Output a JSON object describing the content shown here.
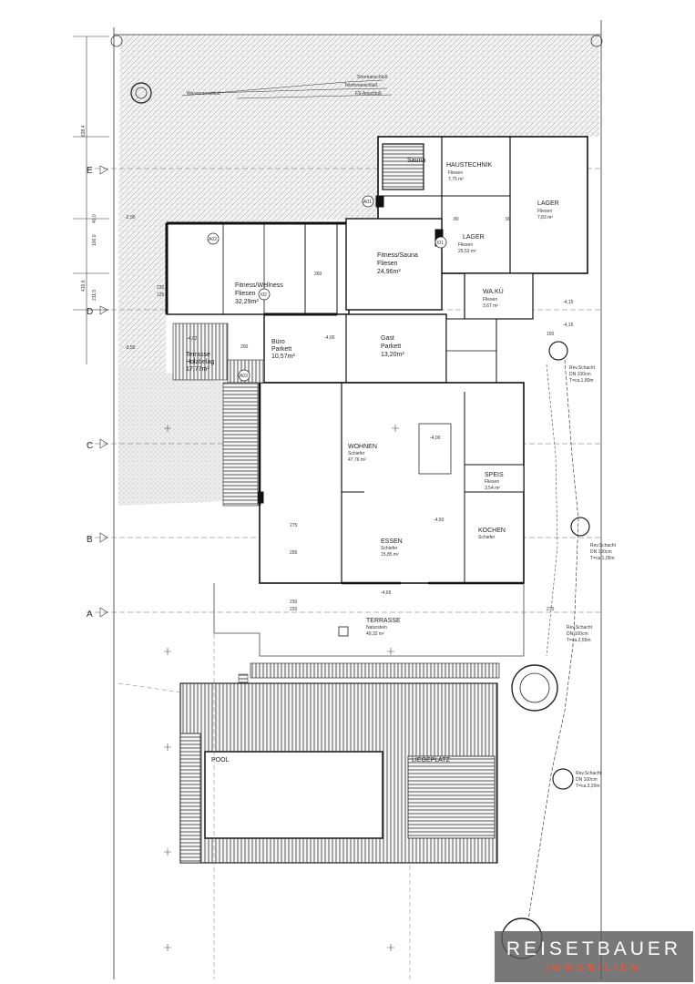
{
  "plan": {
    "axes": {
      "a": "A",
      "b": "B",
      "c": "C",
      "d": "D",
      "e": "E"
    },
    "levels": {
      "l1": "-2,90",
      "l2": "-3,50",
      "l3": "-4,02",
      "l4": "-4,15",
      "l5": "-4,00",
      "l6": "-4,50",
      "l7": "-4,65",
      "l8": "-4,00",
      "l9": "-4,15"
    },
    "rooms": {
      "sauna": {
        "name": "Sauna"
      },
      "haustechnik": {
        "name": "HAUSTECHNIK",
        "floor": "Fliesen",
        "area": "7,75 m²"
      },
      "lager1": {
        "name": "LAGER",
        "floor": "Fliesen",
        "area": "7,83 m²"
      },
      "lager2": {
        "name": "LAGER",
        "floor": "Fliesen",
        "area": "25,53 m²"
      },
      "fitness_sauna": {
        "name": "Fitness/Sauna",
        "floor": "Fliesen",
        "area": "24,96m²"
      },
      "fitness_wellness": {
        "name": "Fitness/Wellness",
        "floor": "Fliesen",
        "area": "32,29m²"
      },
      "waku": {
        "name": "WA.KÜ",
        "floor": "Fliesen",
        "area": "3,67 m²"
      },
      "gast": {
        "name": "Gast",
        "floor": "Parkett",
        "area": "13,20m²"
      },
      "buero": {
        "name": "Büro",
        "floor": "Parkett",
        "area": "10,57m²"
      },
      "terrasse_top": {
        "name": "Terrasse",
        "floor": "Holzbelag",
        "area": "17,77m²"
      },
      "wohnen": {
        "name": "WOHNEN",
        "floor": "Schiefer",
        "area": "47,76 m²"
      },
      "speis": {
        "name": "SPEIS",
        "floor": "Fliesen",
        "area": "3,54 m²"
      },
      "essen": {
        "name": "ESSEN",
        "floor": "Schiefer",
        "area": "15,85 m²"
      },
      "kochen": {
        "name": "KOCHEN",
        "floor": "Schiefer"
      },
      "terrasse": {
        "name": "TERRASSE",
        "floor": "Naturstein",
        "area": "49,32 m²"
      },
      "pool": {
        "name": "POOL"
      },
      "liegeplatz": {
        "name": "LIEGEPLATZ"
      }
    },
    "annotations": {
      "strom": "Stromanschluß",
      "telefon": "Telefonanschluß",
      "fs": "FS-Anschluß",
      "wasser": "Wasseranschluß",
      "schacht1": "Rev.Schacht",
      "schacht1_dn": "DN 100cm",
      "schacht1_t": "T=ca.1,80m",
      "schacht2": "Rev.Schacht",
      "schacht2_dn": "DN 100cm",
      "schacht2_t": "T=ca.1,05m",
      "schacht3": "Rev.Schacht",
      "schacht3_dn": "DN 100cm",
      "schacht3_t": "T=ca.2,55m",
      "schacht4": "Rev.Schacht",
      "schacht4_dn": "DN 100cm",
      "schacht4_t": "T=ca.3,20m",
      "a01": "A01",
      "a02": "A02",
      "i01": "I01",
      "i02": "I02",
      "a03": "A03"
    },
    "dims": {
      "d1": "638,4",
      "d2": "416,5",
      "d3": "100,0",
      "d4": "211,5",
      "d5": "40,0",
      "d6": "232",
      "d7": "125",
      "d8": "200",
      "d9": "260",
      "d10": "275",
      "d11": "295",
      "d12": "230",
      "d13": "220",
      "d14": "270",
      "d15": "150",
      "d16": "90",
      "d17": "80"
    }
  },
  "brand": {
    "name": "REISETBAUER",
    "sub": "IMMOBILIEN"
  }
}
